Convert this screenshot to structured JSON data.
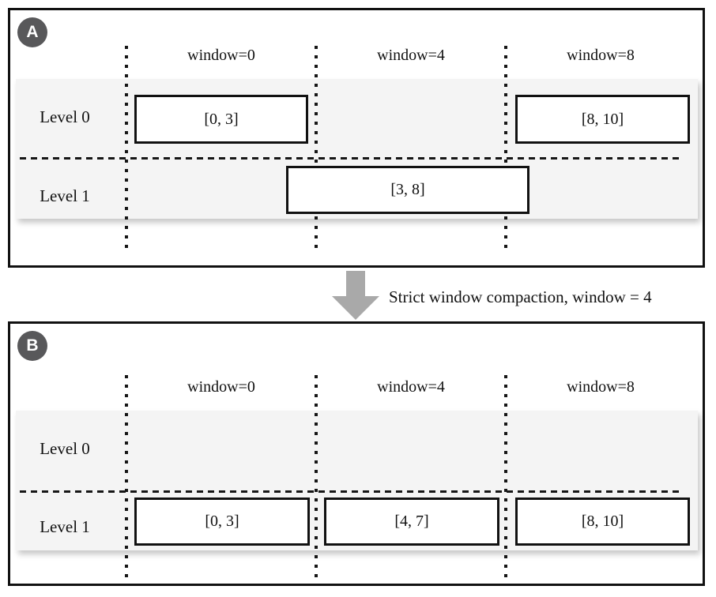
{
  "panels": {
    "a": {
      "badge": "A",
      "headers": [
        "window=0",
        "window=4",
        "window=8"
      ],
      "row_labels": [
        "Level 0",
        "Level 1"
      ],
      "boxes": {
        "level0_window0": "[0, 3]",
        "level0_window8": "[8, 10]",
        "level1_span": "[3, 8]"
      }
    },
    "b": {
      "badge": "B",
      "headers": [
        "window=0",
        "window=4",
        "window=8"
      ],
      "row_labels": [
        "Level 0",
        "Level 1"
      ],
      "boxes": {
        "level1_window0": "[0, 3]",
        "level1_window4": "[4, 7]",
        "level1_window8": "[8, 10]"
      }
    }
  },
  "transition": {
    "label": "Strict window compaction, window = 4",
    "icon": "down-arrow-icon"
  },
  "colors": {
    "band": "#f4f4f4",
    "badge": "#58585a",
    "arrow": "#a9a9a9",
    "border": "#111111"
  }
}
